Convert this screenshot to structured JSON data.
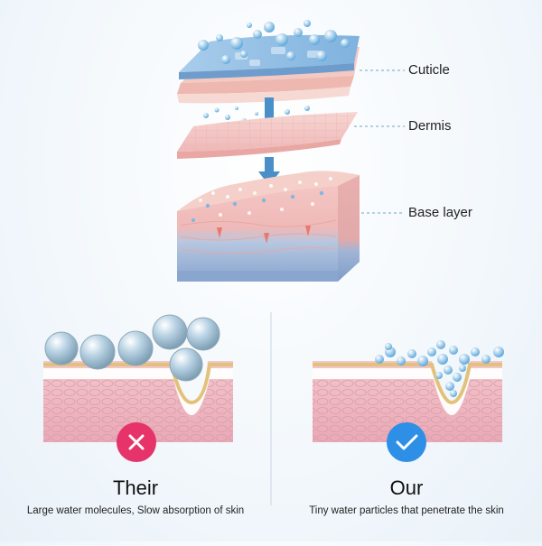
{
  "layers": {
    "cuticle": "Cuticle",
    "dermis": "Dermis",
    "base": "Base layer"
  },
  "comparison": {
    "left": {
      "title": "Their",
      "subtitle": "Large water molecules, Slow absorption of skin",
      "badge_icon": "cross-icon",
      "badge_color": "#e6336a"
    },
    "right": {
      "title": "Our",
      "subtitle": "Tiny water particles that penetrate the skin",
      "badge_icon": "check-icon",
      "badge_color": "#2d8fe6"
    }
  },
  "colors": {
    "water": "#7fb7e3",
    "skin_pink": "#f2c9cc",
    "arrow": "#4a90c8"
  }
}
